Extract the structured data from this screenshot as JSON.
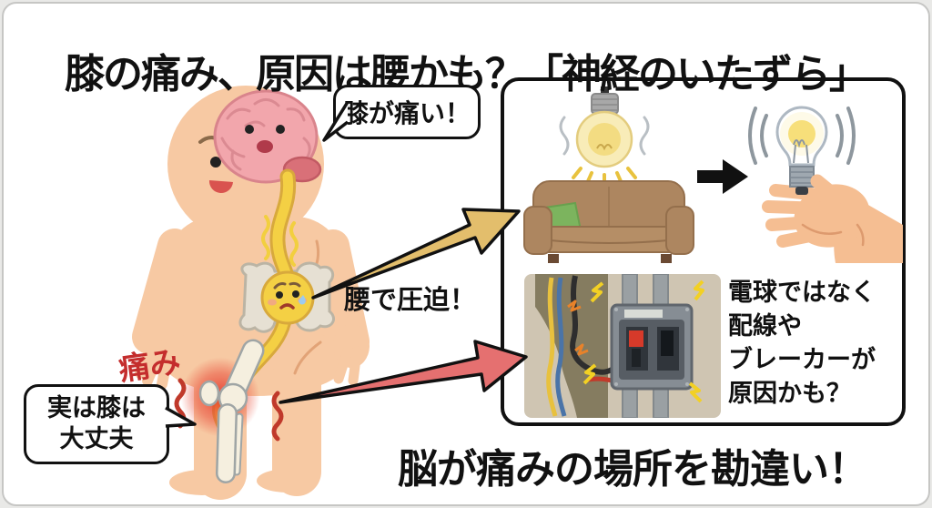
{
  "title": "膝の痛み、原因は腰かも？「神経のいたずら」",
  "person": {
    "bubble_brain": "膝が痛い！",
    "label_compression": "腰で圧迫！",
    "label_pain": "痛み",
    "bubble_knee_lines": [
      "実は膝は",
      "大丈夫"
    ]
  },
  "panel": {
    "caption_lines": [
      "電球ではなく",
      "配線や",
      "ブレーカーが",
      "原因かも？"
    ]
  },
  "footer": "脳が痛みの場所を勘違い！",
  "icons": {
    "brain": "brain-icon",
    "spinal_nerve": "spinal-nerve-icon",
    "pinched_nerve": "pinched-nerve-face-icon",
    "pelvis": "pelvis-bone-icon",
    "knee_pain": "knee-pain-glow-icon",
    "flickering_bulb": "flickering-bulb-icon",
    "couch": "couch-icon",
    "right_arrow": "right-arrow-icon",
    "hand_bulb": "hand-holding-bulb-icon",
    "wiring": "wall-wiring-icon",
    "breaker": "breaker-box-icon",
    "yellow_arrow": "waist-to-couch-arrow",
    "pink_arrow": "knee-to-breaker-arrow"
  },
  "colors": {
    "pain_red": "#C42D2D",
    "arrow_yellow": "#E3BE6C",
    "arrow_pink": "#E57070",
    "nerve_yellow": "#F4D044",
    "nerve_outline": "#D8A93C",
    "brain_pink": "#F2A6AC",
    "skin": "#F7C9A3",
    "couch_brown": "#AD8660",
    "cushion_green": "#7CB45E",
    "panel_border": "#111111"
  }
}
